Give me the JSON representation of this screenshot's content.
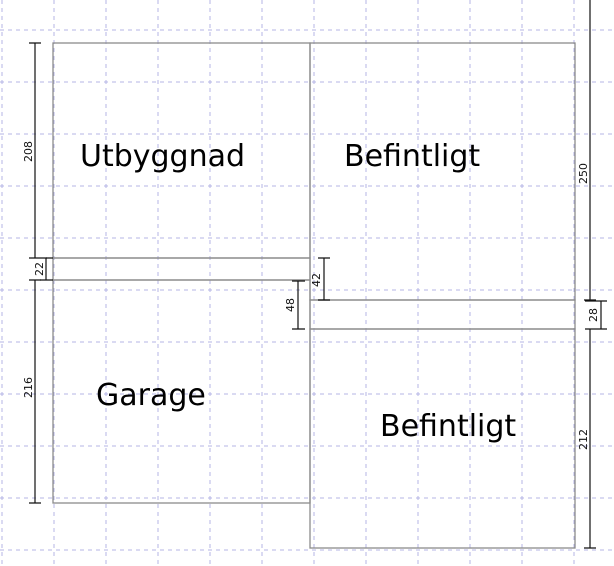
{
  "rooms": {
    "utbyggnad": "Utbyggnad",
    "befintligt_top": "Befintligt",
    "garage": "Garage",
    "befintligt_bottom": "Befintligt"
  },
  "dimensions": {
    "left_top": "208",
    "left_strip": "22",
    "left_bottom": "216",
    "mid_48": "48",
    "mid_42": "42",
    "right_top": "250",
    "right_strip": "28",
    "right_bottom": "212"
  }
}
